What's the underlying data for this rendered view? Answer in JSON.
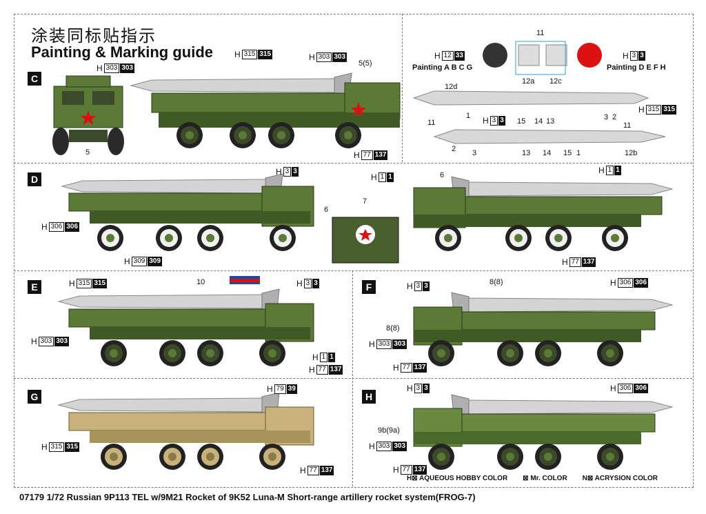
{
  "header": {
    "title_cn": "涂装同标贴指示",
    "title_en": "Painting & Marking guide"
  },
  "panels": {
    "c": "C",
    "d": "D",
    "e": "E",
    "f": "F",
    "g": "G",
    "h": "H"
  },
  "colors": {
    "olive": "#5a7a35",
    "olive_dark": "#3f5a25",
    "sand": "#c9b27a",
    "rocket": "#d4d4d4",
    "red": "#d11",
    "black": "#111"
  },
  "codes": {
    "c1": {
      "h": "H",
      "w": "303",
      "b": "303"
    },
    "c2": {
      "h": "H",
      "w": "315",
      "b": "315"
    },
    "c3": {
      "h": "H",
      "w": "303",
      "b": "303"
    },
    "c4": {
      "h": "H",
      "w": "77",
      "b": "137"
    },
    "r1": {
      "h": "H",
      "w": "12",
      "b": "33"
    },
    "r2": {
      "h": "H",
      "w": "3",
      "b": "3"
    },
    "r3": {
      "h": "H",
      "w": "3",
      "b": "3"
    },
    "r4": {
      "h": "H",
      "w": "315",
      "b": "315"
    },
    "d1": {
      "h": "H",
      "w": "3",
      "b": "3"
    },
    "d2": {
      "h": "H",
      "w": "306",
      "b": "306"
    },
    "d3": {
      "h": "H",
      "w": "309",
      "b": "309"
    },
    "d4": {
      "h": "H",
      "w": "1",
      "b": "1"
    },
    "d5": {
      "h": "H",
      "w": "1",
      "b": "1"
    },
    "d6": {
      "h": "H",
      "w": "77",
      "b": "137"
    },
    "e1": {
      "h": "H",
      "w": "315",
      "b": "315"
    },
    "e2": {
      "h": "H",
      "w": "3",
      "b": "3"
    },
    "e3": {
      "h": "H",
      "w": "303",
      "b": "303"
    },
    "e4": {
      "h": "H",
      "w": "1",
      "b": "1"
    },
    "e5": {
      "h": "H",
      "w": "77",
      "b": "137"
    },
    "f1": {
      "h": "H",
      "w": "3",
      "b": "3"
    },
    "f2": {
      "h": "H",
      "w": "306",
      "b": "306"
    },
    "f3": {
      "h": "H",
      "w": "303",
      "b": "303"
    },
    "f4": {
      "h": "H",
      "w": "77",
      "b": "137"
    },
    "g1": {
      "h": "H",
      "w": "79",
      "b": "39"
    },
    "g2": {
      "h": "H",
      "w": "315",
      "b": "315"
    },
    "g3": {
      "h": "H",
      "w": "77",
      "b": "137"
    },
    "h1": {
      "h": "H",
      "w": "3",
      "b": "3"
    },
    "h2": {
      "h": "H",
      "w": "306",
      "b": "306"
    },
    "h3": {
      "h": "H",
      "w": "303",
      "b": "303"
    },
    "h4": {
      "h": "H",
      "w": "77",
      "b": "137"
    }
  },
  "labels": {
    "c_5a": "5(5)",
    "c_5b": "5",
    "rocket_11": "11",
    "rocket_12a": "12a",
    "rocket_12c": "12c",
    "rocket_12d": "12d",
    "rocket_11b": "11",
    "rocket_11c": "11",
    "rocket_12b": "12b",
    "r_15": "15",
    "r_14": "14",
    "r_13": "13",
    "r_3": "3",
    "r_2": "2",
    "r_1": "1",
    "r_2b": "2",
    "r_3b": "3",
    "r_13b": "13",
    "r_14b": "14",
    "r_15b": "15",
    "r_1b": "1",
    "painting_abcg": "Painting A B C G",
    "painting_defh": "Painting D E F H",
    "d_6": "6",
    "d_6b": "6",
    "d_7": "7",
    "e_10": "10",
    "f_88": "8(8)",
    "f_88b": "8(8)",
    "h_9b": "9b(9a)"
  },
  "legend": {
    "h": "H⊠ AQUEOUS HOBBY COLOR",
    "m": "⊠ Mr. COLOR",
    "n": "N⊠ ACRYSION COLOR"
  },
  "footer": "07179 1/72 Russian 9P113 TEL w/9M21 Rocket of 9K52 Luna-M Short-range artillery rocket system(FROG-7)"
}
